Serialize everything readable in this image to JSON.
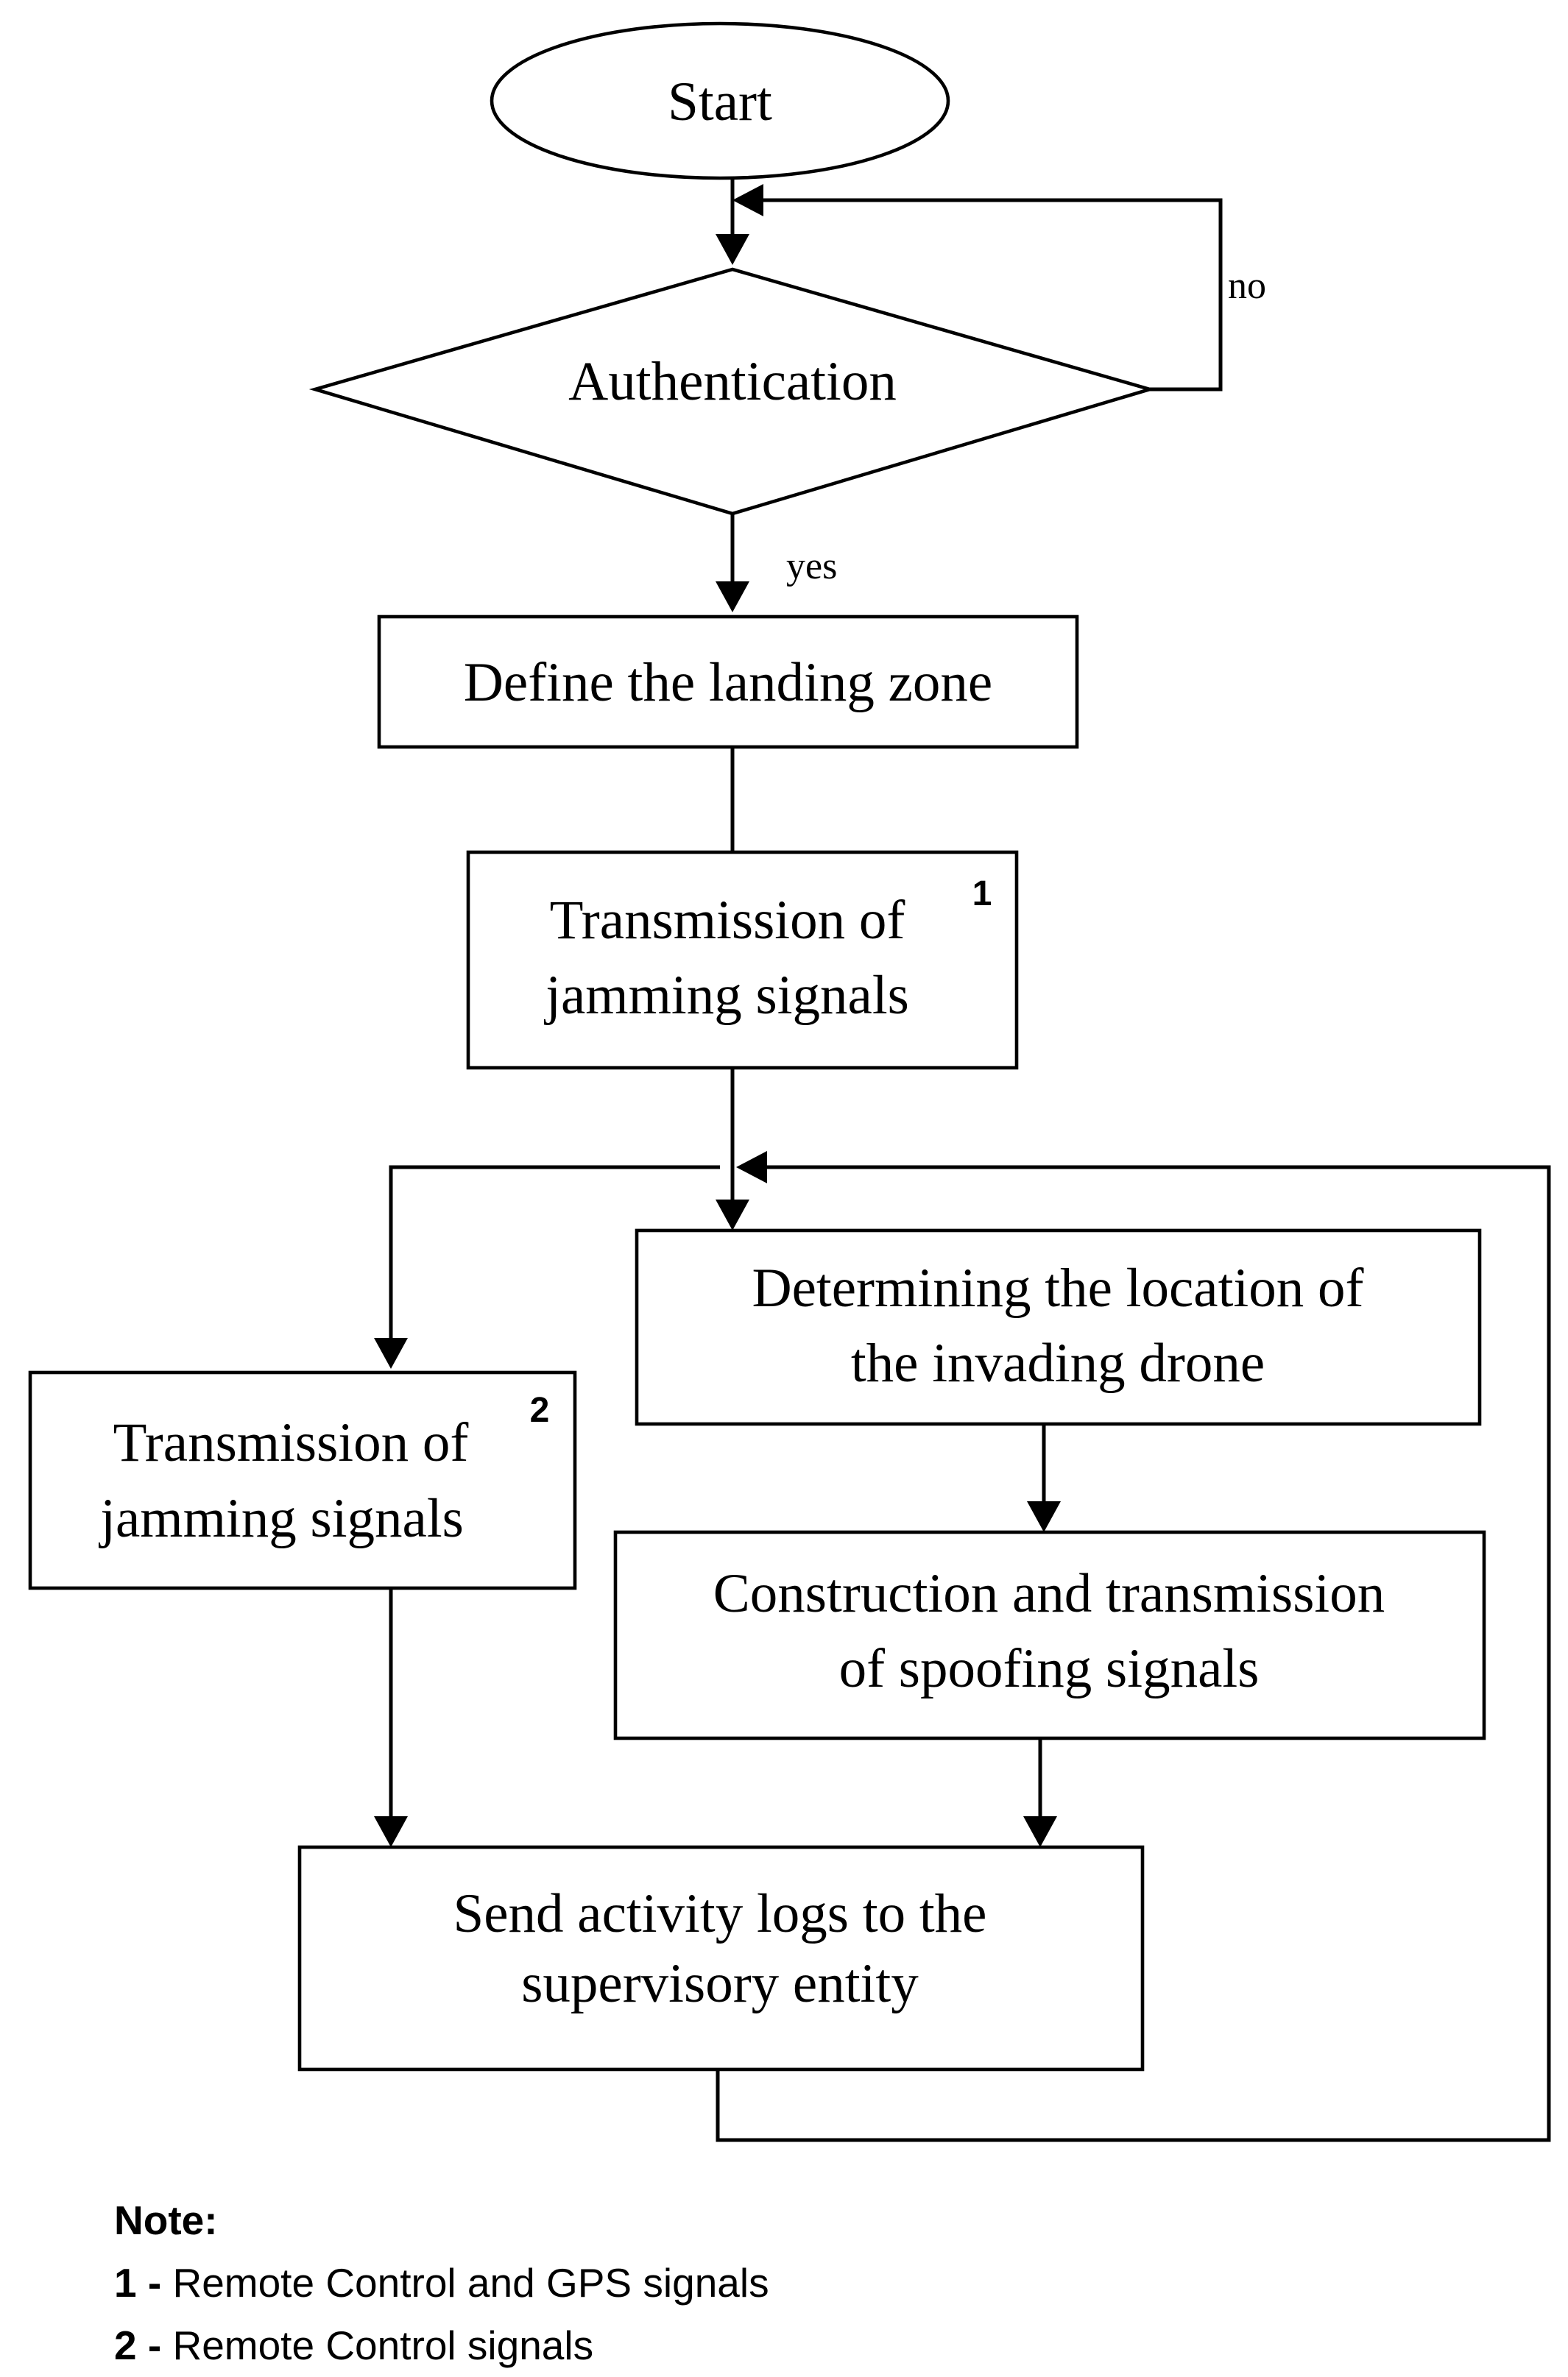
{
  "nodes": {
    "start": "Start",
    "authentication": "Authentication",
    "landing_zone": "Define the landing zone",
    "jamming_1": [
      "Transmission of",
      "jamming signals"
    ],
    "jamming_1_marker": "1",
    "locate_drone": [
      "Determining the location of",
      "the invading drone"
    ],
    "jamming_2": [
      "Transmission of",
      "jamming signals"
    ],
    "jamming_2_marker": "2",
    "spoofing": [
      "Construction and transmission",
      "of spoofing signals"
    ],
    "send_logs": [
      "Send activity logs to the",
      "supervisory entity"
    ]
  },
  "edges": {
    "no_label": "no",
    "yes_label": "yes"
  },
  "note": {
    "title": "Note:",
    "items": [
      {
        "marker": "1 -",
        "text": "Remote Control and GPS signals"
      },
      {
        "marker": "2 -",
        "text": "Remote Control signals"
      }
    ]
  }
}
